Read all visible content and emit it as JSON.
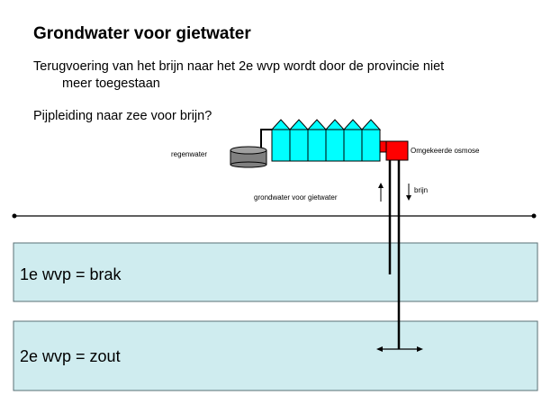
{
  "title": "Grondwater voor gietwater",
  "paragraph1": {
    "line1": "Terugvoering van het brijn naar het 2e wvp wordt door de provincie niet",
    "line2": "meer toegestaan"
  },
  "paragraph2": "Pijpleiding naar zee voor brijn?",
  "diagram": {
    "regenwater_label": "regenwater",
    "osmosis_label": "Omgekeerde osmose",
    "groundwater_label": "grondwater voor gietwater",
    "brine_label": "brijn",
    "layer1_label": "1e wvp = brak",
    "layer2_label": "2e wvp = zout",
    "colors": {
      "aquifer_fill": "#cfecef",
      "greenhouse_fill": "#00ffff",
      "osmosis_unit": "#ff0000",
      "tank_fill": "#808080"
    }
  }
}
